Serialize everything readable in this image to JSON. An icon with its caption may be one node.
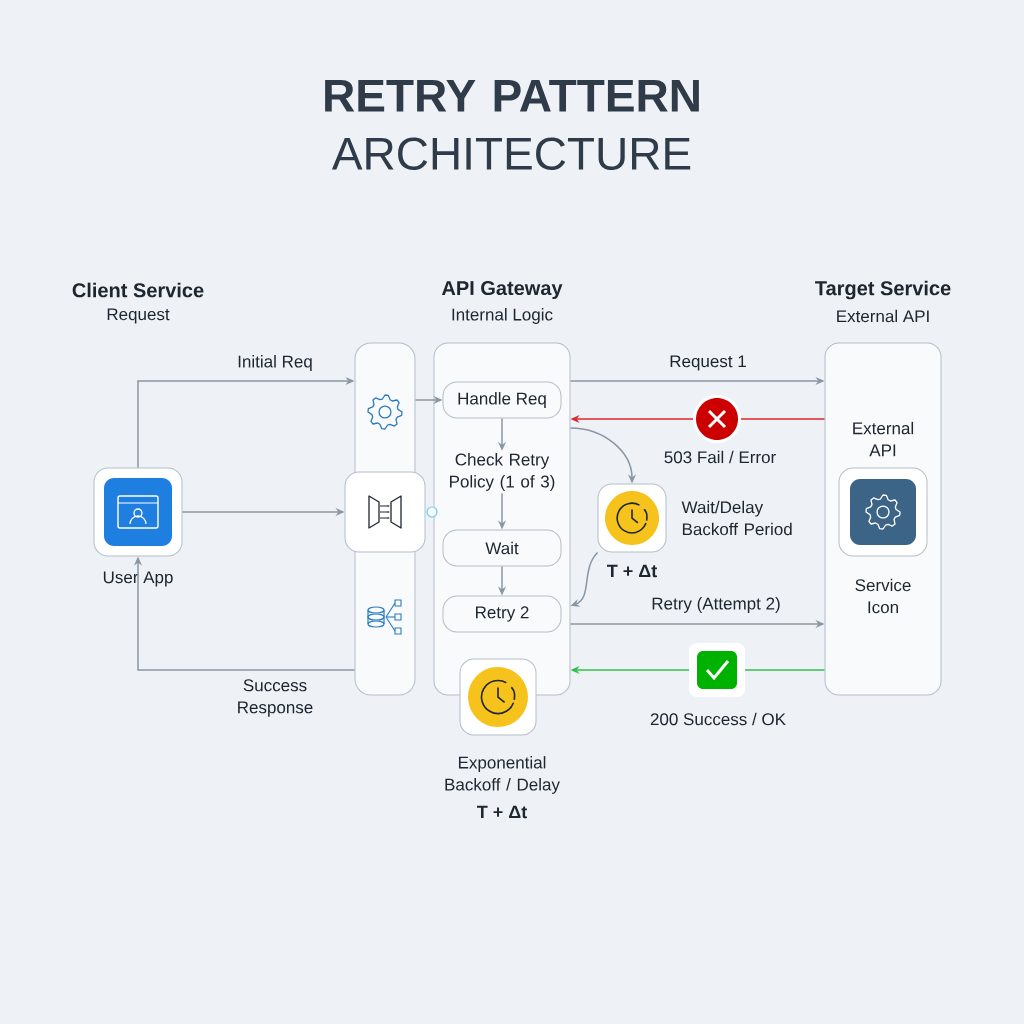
{
  "diagram": {
    "title": "**RETRY PATTERN** ARCHITECTURE",
    "nodes": [
      {
        "text": [],
        "shape": "box",
        "beside": [
          "User App"
        ]
      },
      {
        "text": [],
        "shape": "bar"
      },
      {
        "text": [],
        "shape": "box"
      },
      {
        "text": [
          "API Gateway",
          "Internal Logic"
        ]
      },
      {
        "text": [
          "Handle Req"
        ],
        "in": 3
      },
      {
        "text": [
          "Check Retry Policy (1 of 3)"
        ],
        "in": 3
      },
      {
        "text": [
          "Wait"
        ],
        "in": 3
      },
      {
        "text": [
          "Retry 2"
        ],
        "in": 3
      },
      {
        "text": [
          "Target Service",
          "External API",
          "External API",
          "Service Icon"
        ]
      },
      {
        "text": [],
        "shape": "box",
        "in": 8
      },
      {
        "text": [],
        "shape": "box",
        "beside": [
          "Wait/Delay Backoff Period",
          "T + Δt"
        ]
      },
      {
        "text": [],
        "shape": "box",
        "beside": [
          "Exponential Backoff / Delay",
          "T + Δt"
        ]
      }
    ],
    "edges": [
      {
        "from": 0,
        "to": 1,
        "arrow": "to",
        "label": "Initial Req"
      },
      {
        "from": 0,
        "to": 2,
        "arrow": "to"
      },
      {
        "from": 1,
        "to": 4,
        "arrow": "to"
      },
      {
        "from": 1,
        "to": 0,
        "arrow": "to",
        "label": "Success Response"
      },
      {
        "from": 3,
        "to": 8,
        "arrow": "to",
        "label": "Request 1"
      },
      {
        "from": 8,
        "to": 3,
        "arrow": "to",
        "label": "503 Fail / Error",
        "color": "#e0262e"
      },
      {
        "from": 4,
        "to": 5,
        "arrow": "to"
      },
      {
        "from": 5,
        "to": 6,
        "arrow": "to"
      },
      {
        "from": 6,
        "to": 7,
        "arrow": "to"
      },
      {
        "from": 3,
        "to": 10,
        "arrow": "to"
      },
      {
        "from": 10,
        "to": 3,
        "arrow": "to"
      },
      {
        "from": 3,
        "to": 8,
        "arrow": "to",
        "label": "Retry (Attempt 2)"
      },
      {
        "from": 8,
        "to": 3,
        "arrow": "to",
        "label": "200 Success / OK",
        "color": "#2fc24a"
      }
    ],
    "labels": [
      "Client Service",
      "Request"
    ]
  }
}
